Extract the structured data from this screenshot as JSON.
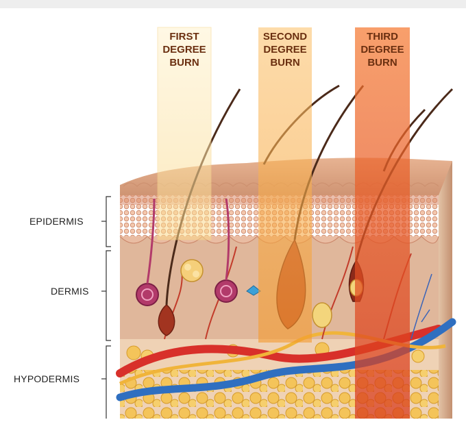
{
  "layers": {
    "epidermis": "EPIDERMIS",
    "dermis": "DERMIS",
    "hypodermis": "HYPODERMIS"
  },
  "burns": {
    "first": {
      "line1": "FIRST",
      "line2": "DEGREE",
      "line3": "BURN"
    },
    "second": {
      "line1": "SECOND",
      "line2": "DEGREE",
      "line3": "BURN"
    },
    "third": {
      "line1": "THIRD",
      "line2": "DEGREE",
      "line3": "BURN"
    }
  },
  "colors": {
    "first_burn": "#fde3a0",
    "second_burn": "#f6a53c",
    "third_burn": "#e2471a",
    "skin": "#d9a37e",
    "epidermis": "#e9b89a",
    "hypodermis_fat": "#f3c257",
    "artery": "#d8302a",
    "vein": "#2f6fc0"
  }
}
